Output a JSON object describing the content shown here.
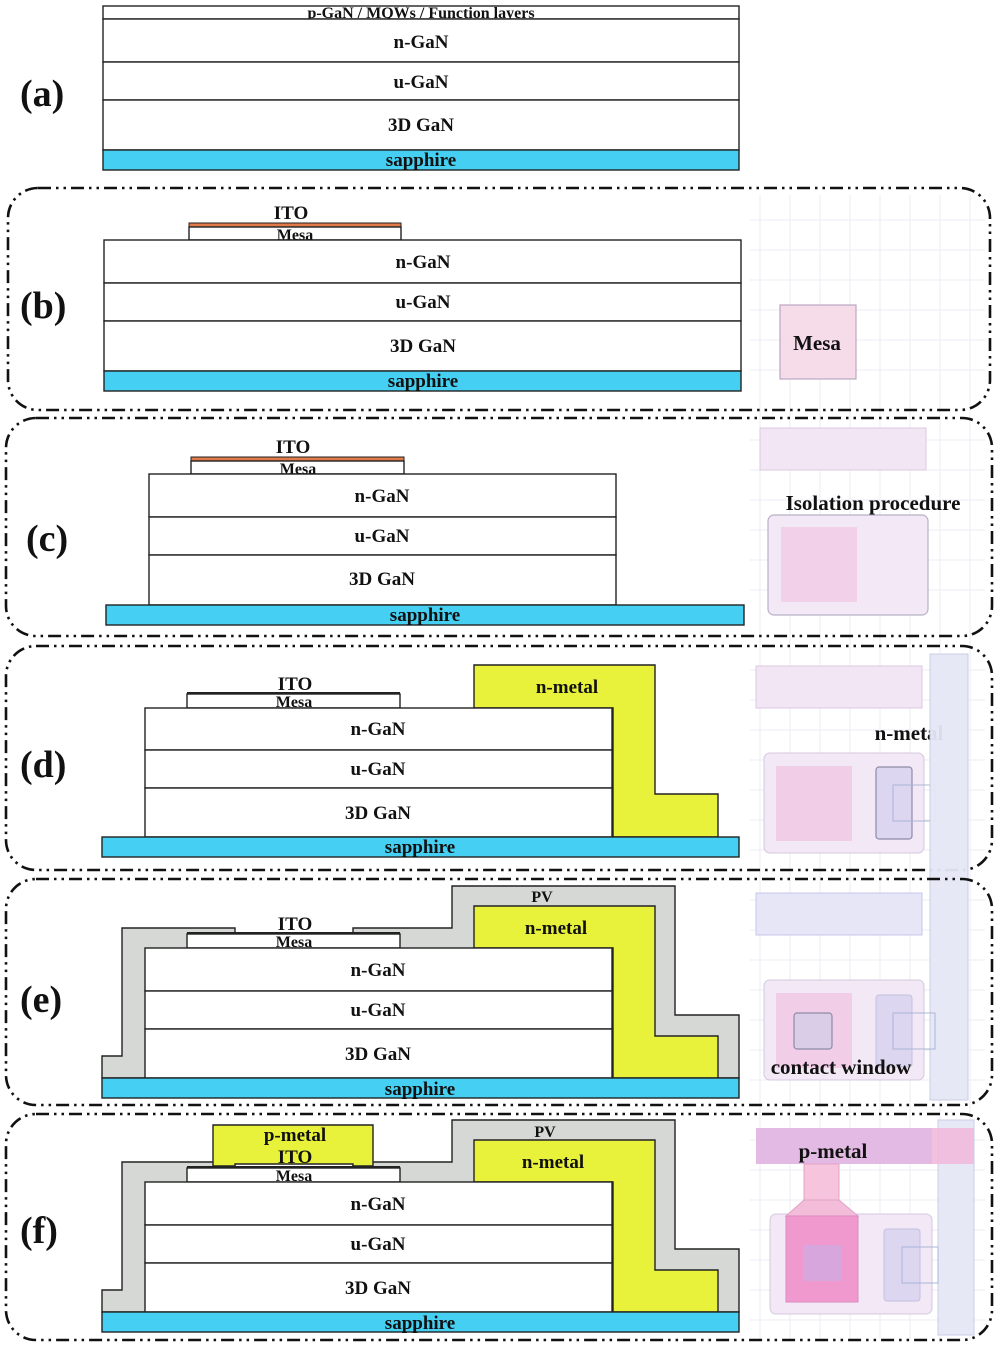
{
  "panels": {
    "a": {
      "tag": "(a)",
      "top_layer": "p-GaN / MQWs / Function layers",
      "n_gan": "n-GaN",
      "u_gan": "u-GaN",
      "gan_3d": "3D GaN",
      "sapphire": "sapphire"
    },
    "b": {
      "tag": "(b)",
      "ito": "ITO",
      "mesa": "Mesa",
      "n_gan": "n-GaN",
      "u_gan": "u-GaN",
      "gan_3d": "3D GaN",
      "sapphire": "sapphire",
      "topview_label": "Mesa"
    },
    "c": {
      "tag": "(c)",
      "ito": "ITO",
      "mesa": "Mesa",
      "n_gan": "n-GaN",
      "u_gan": "u-GaN",
      "gan_3d": "3D GaN",
      "sapphire": "sapphire",
      "topview_label": "Isolation procedure"
    },
    "d": {
      "tag": "(d)",
      "ito": "ITO",
      "mesa": "Mesa",
      "n_metal": "n-metal",
      "n_gan": "n-GaN",
      "u_gan": "u-GaN",
      "gan_3d": "3D GaN",
      "sapphire": "sapphire",
      "topview_label": "n-metal"
    },
    "e": {
      "tag": "(e)",
      "pv": "PV",
      "ito": "ITO",
      "mesa": "Mesa",
      "n_metal": "n-metal",
      "n_gan": "n-GaN",
      "u_gan": "u-GaN",
      "gan_3d": "3D GaN",
      "sapphire": "sapphire",
      "topview_label": "contact window"
    },
    "f": {
      "tag": "(f)",
      "p_metal": "p-metal",
      "pv": "PV",
      "ito": "ITO",
      "mesa": "Mesa",
      "n_metal": "n-metal",
      "n_gan": "n-GaN",
      "u_gan": "u-GaN",
      "gan_3d": "3D GaN",
      "sapphire": "sapphire",
      "topview_label": "p-metal"
    }
  },
  "colors": {
    "sapphire": "#45cff2",
    "n_metal": "#e9f23a",
    "passivation": "#d6d8d6",
    "ito": "#e07a48"
  }
}
